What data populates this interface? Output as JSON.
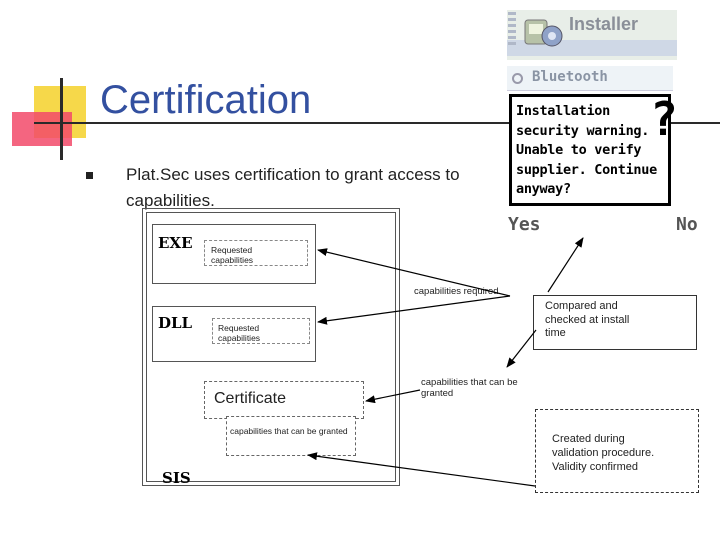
{
  "slide": {
    "title": "Certification",
    "bullet": "Plat.Sec uses certification to grant access to capabilities."
  },
  "phone_screen": {
    "app_title": "Installer",
    "menu_item": "Bluetooth",
    "dialog_message": "Installation security warning. Unable to verify supplier. Continue anyway?",
    "dialog_icon": "question-mark",
    "softkey_left": "Yes",
    "softkey_right": "No"
  },
  "diagram": {
    "exe": {
      "label": "EXE",
      "requested": "Requested capabilities"
    },
    "dll": {
      "label": "DLL",
      "requested": "Requested capabilities"
    },
    "certificate": {
      "label": "Certificate",
      "caps": "capabilities that can be granted"
    },
    "sis_label": "SIS",
    "capabilities_required": "capabilities required",
    "capabilities_granted": "capabilities that can be granted",
    "compared_note": "Compared and checked at install time",
    "created_note": "Created during validation procedure. Validity confirmed"
  }
}
